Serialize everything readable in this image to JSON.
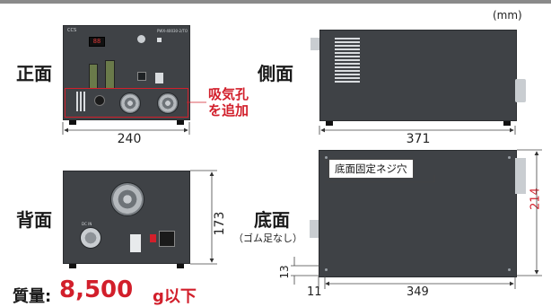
{
  "unit": "(mm)",
  "views": {
    "front": "正面",
    "side": "側面",
    "back": "背面",
    "bottom": "底面",
    "bottom_note": "（ゴム足なし）"
  },
  "annotations": {
    "intake_line1": "吸気孔",
    "intake_line2": "を追加",
    "screws": "底面固定ネジ穴"
  },
  "dims": {
    "front_width": "240",
    "side_depth": "371",
    "height": "173",
    "bottom_height": "214",
    "foot_height": "13",
    "foot_offset": "11",
    "bottom_length": "349"
  },
  "front_panel": {
    "brand": "CCS",
    "model": "PWX-40030-2/TO",
    "display": "88"
  },
  "back_panel": {
    "connector_label": "DC IN"
  },
  "weight": {
    "label": "質量:",
    "value": "8,500",
    "unit": "g以下"
  },
  "colors": {
    "accent": "#d21f2b",
    "device": "#3f4246"
  }
}
